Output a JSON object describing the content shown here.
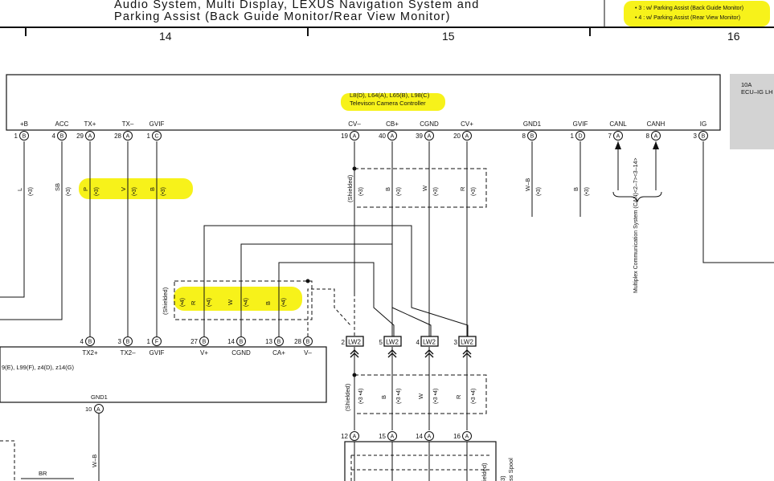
{
  "header": {
    "title_line1": "Audio System, Multi Display, LEXUS Navigation System and",
    "title_line2": "Parking Assist (Back Guide Monitor/Rear View Monitor)",
    "notes": [
      "• 3 : w/ Parking Assist (Back Guide Monitor)",
      "• 4 : w/ Parking Assist (Rear View Monitor)"
    ],
    "columns": [
      "14",
      "15",
      "16"
    ]
  },
  "fuse": {
    "rating": "10A",
    "name": "ECU–IG LH"
  },
  "controller": {
    "codes": "L8(D), L64(A), L65(B), L98(C)",
    "name": "Televison Camera Controller",
    "pins": [
      {
        "label": "+B",
        "num": "1",
        "conn": "B"
      },
      {
        "label": "ACC",
        "num": "4",
        "conn": "B"
      },
      {
        "label": "TX+",
        "num": "29",
        "conn": "A"
      },
      {
        "label": "TX–",
        "num": "28",
        "conn": "A"
      },
      {
        "label": "GVIF",
        "num": "1",
        "conn": "C"
      },
      {
        "label": "CV–",
        "num": "19",
        "conn": "A"
      },
      {
        "label": "CB+",
        "num": "40",
        "conn": "A"
      },
      {
        "label": "CGND",
        "num": "39",
        "conn": "A"
      },
      {
        "label": "CV+",
        "num": "20",
        "conn": "A"
      },
      {
        "label": "GND1",
        "num": "8",
        "conn": "B"
      },
      {
        "label": "GVIF",
        "num": "1",
        "conn": "D"
      },
      {
        "label": "CANL",
        "num": "7",
        "conn": "A"
      },
      {
        "label": "CANH",
        "num": "8",
        "conn": "A"
      },
      {
        "label": "IG",
        "num": "3",
        "conn": "B"
      }
    ]
  },
  "wires_upper": [
    {
      "color": "L",
      "note": "(•3)"
    },
    {
      "color": "SB",
      "note": "(•3)"
    },
    {
      "color": "P",
      "note": "(•3)"
    },
    {
      "color": "V",
      "note": "(•3)"
    },
    {
      "color": "B",
      "note": "(•3)"
    },
    {
      "color": "(Shielded)",
      "note": "(•3)"
    },
    {
      "color": "B",
      "note": "(•3)"
    },
    {
      "color": "W",
      "note": "(•3)"
    },
    {
      "color": "R",
      "note": "(•3)"
    },
    {
      "color": "W–B",
      "note": "(•3)"
    },
    {
      "color": "B",
      "note": "(•3)"
    }
  ],
  "can_label": "Multiplex Communication System (CAN)<2–7><3–14>",
  "wires_mid": [
    {
      "color": "(Shielded)",
      "note": "(•4)"
    },
    {
      "color": "R",
      "note": "(•4)"
    },
    {
      "color": "W",
      "note": "(•4)"
    },
    {
      "color": "B",
      "note": "(•4)"
    }
  ],
  "lower_pins": [
    {
      "label": "TX2+",
      "num": "4",
      "conn": "B"
    },
    {
      "label": "TX2–",
      "num": "3",
      "conn": "B"
    },
    {
      "label": "GVIF",
      "num": "1",
      "conn": "F"
    },
    {
      "label": "V+",
      "num": "27",
      "conn": "B"
    },
    {
      "label": "CGND",
      "num": "14",
      "conn": "B"
    },
    {
      "label": "CA+",
      "num": "13",
      "conn": "B"
    },
    {
      "label": "V–",
      "num": "28",
      "conn": "B"
    }
  ],
  "lower_codes": "9(E), L99(F), z4(D), z14(G)",
  "lw2": [
    {
      "num": "2",
      "label": "LW2"
    },
    {
      "num": "5",
      "label": "LW2"
    },
    {
      "num": "4",
      "label": "LW2"
    },
    {
      "num": "3",
      "label": "LW2"
    }
  ],
  "wires_lower": [
    {
      "color": "(Shielded)",
      "note": "(•3 •4)"
    },
    {
      "color": "B",
      "note": "(•3 •4)"
    },
    {
      "color": "W",
      "note": "(•3 •4)"
    },
    {
      "color": "R",
      "note": "(•3 •4)"
    }
  ],
  "gnd": {
    "label": "GND1",
    "num": "10",
    "conn": "A",
    "wire": "W–B",
    "br": "BR"
  },
  "bottom_pins": [
    {
      "num": "12",
      "conn": "A"
    },
    {
      "num": "15",
      "conn": "A"
    },
    {
      "num": "14",
      "conn": "A"
    },
    {
      "num": "16",
      "conn": "A"
    }
  ],
  "spool_text": "ss Spool",
  "partial_shielded": "ielded)",
  "partial_3": "3)",
  "colors": {
    "highlight": "#f7f21a",
    "fuse_box": "#d3d3d3"
  }
}
